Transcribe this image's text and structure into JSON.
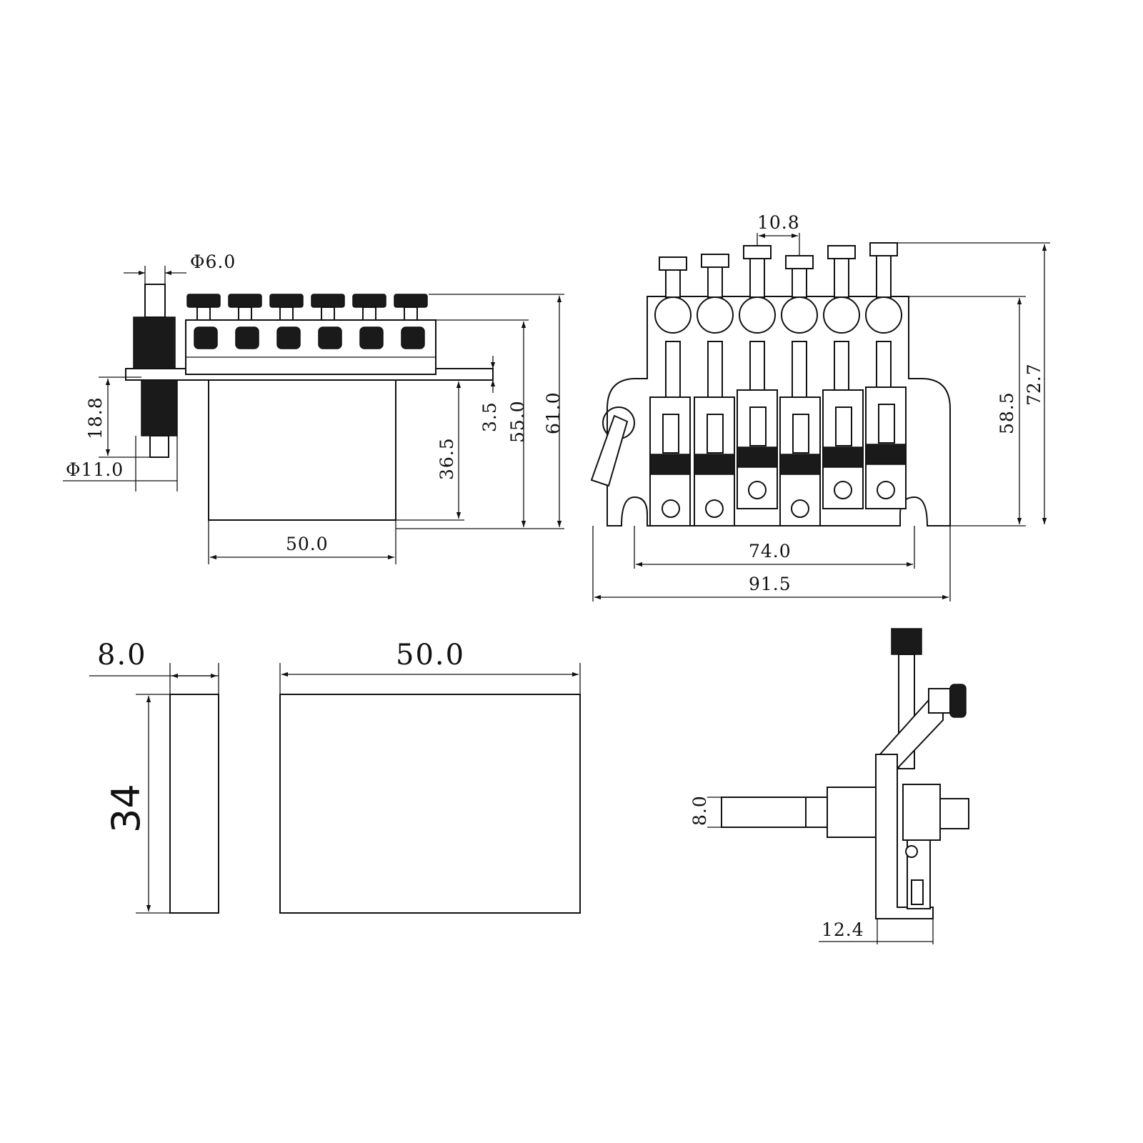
{
  "dimensions": {
    "side_view": {
      "stud_diameter": "Φ6.0",
      "post_diameter": "Φ11.0",
      "post_height": "18.8",
      "block_width": "50.0",
      "block_height": "36.5",
      "plate_thickness": "3.5",
      "height_55": "55.0",
      "total_height": "61.0"
    },
    "front_view": {
      "string_spacing": "10.8",
      "inner_width": "74.0",
      "overall_width": "91.5",
      "body_height": "58.5",
      "total_height": "72.7"
    },
    "block_views": {
      "thickness": "8.0",
      "width": "50.0",
      "height": "34"
    },
    "saddle_view": {
      "stud_diameter": "8.0",
      "depth": "12.4"
    }
  }
}
